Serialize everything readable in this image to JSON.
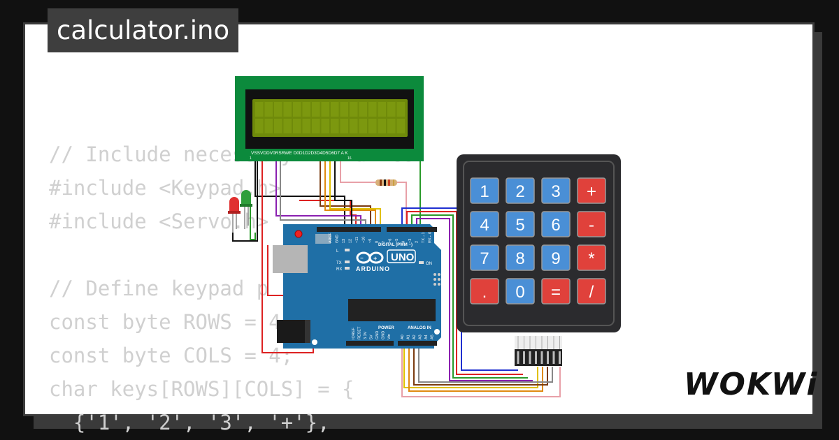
{
  "project": {
    "title": "calculator.ino"
  },
  "brand": {
    "logo_text": "WOKWi"
  },
  "code_lines": [
    "// Include necessary libraries",
    "#include <Keypad.h>",
    "#include <Servo.h>",
    "",
    "// Define keypad p",
    "const byte ROWS = 4;",
    "const byte COLS = 4;",
    "char keys[ROWS][COLS] = {",
    "  {'1', '2', '3', '+'},"
  ],
  "keypad": {
    "keys": [
      {
        "label": "1",
        "kind": "digit"
      },
      {
        "label": "2",
        "kind": "digit"
      },
      {
        "label": "3",
        "kind": "digit"
      },
      {
        "label": "+",
        "kind": "operator"
      },
      {
        "label": "4",
        "kind": "digit"
      },
      {
        "label": "5",
        "kind": "digit"
      },
      {
        "label": "6",
        "kind": "digit"
      },
      {
        "label": "-",
        "kind": "operator"
      },
      {
        "label": "7",
        "kind": "digit"
      },
      {
        "label": "8",
        "kind": "digit"
      },
      {
        "label": "9",
        "kind": "digit"
      },
      {
        "label": "*",
        "kind": "operator"
      },
      {
        "label": ".",
        "kind": "operator"
      },
      {
        "label": "0",
        "kind": "digit"
      },
      {
        "label": "=",
        "kind": "operator"
      },
      {
        "label": "/",
        "kind": "operator"
      }
    ],
    "colors": {
      "digit": "#4a8fd6",
      "operator": "#e0413b",
      "body": "#2b2b2e"
    }
  },
  "lcd": {
    "pin_labels": "VSSVDDV0RSRWE D0D1D2D3D4D5D6D7 A K",
    "pin_first": "1",
    "pin_last": "16",
    "colors": {
      "board": "#0c8a3c",
      "screen": "#6f8a0a"
    }
  },
  "arduino": {
    "model": "UNO",
    "brand": "ARDUINO",
    "digital_label": "DIGITAL (PWM ~)",
    "power_label": "POWER",
    "analog_label": "ANALOG IN",
    "on_label": "ON",
    "led_labels": [
      "L",
      "TX",
      "RX"
    ],
    "top_pins": [
      "AREF",
      "GND",
      "13",
      "12",
      "~11",
      "~10",
      "~9",
      "8",
      "7",
      "~6",
      "~5",
      "4",
      "~3",
      "2",
      "TX→1",
      "RX←0"
    ],
    "power_pins": [
      "IOREF",
      "RESET",
      "3.3V",
      "5V",
      "GND",
      "GND",
      "Vin"
    ],
    "analog_pins": [
      "A0",
      "A1",
      "A2",
      "A3",
      "A4",
      "A5"
    ],
    "colors": {
      "board": "#1f6fa6"
    }
  },
  "leds": {
    "colors": [
      "#e03030",
      "#2e9e3a"
    ]
  },
  "resistor": {
    "color": "#d8b07a"
  }
}
